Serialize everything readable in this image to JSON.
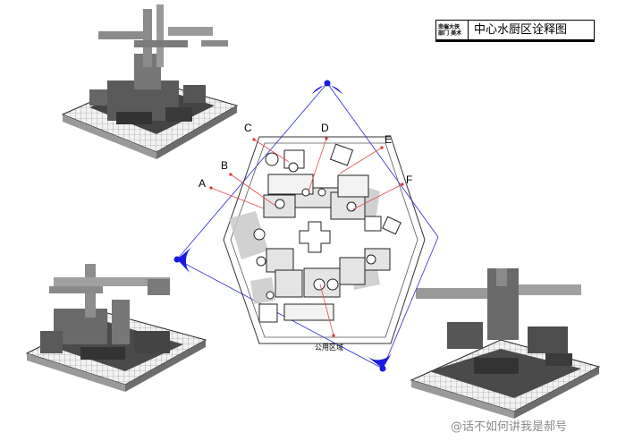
{
  "title": {
    "left_line1": "悲催大侠",
    "left_line2": "部门 美术",
    "main": "中心水厨区诠释图"
  },
  "callouts": [
    "A",
    "B",
    "C",
    "D",
    "E",
    "F"
  ],
  "area_label": "公用区域",
  "watermark": "@话不如何讲我是郝号",
  "colors": {
    "marker": "#1a1ae0",
    "callout_line": "#e05050",
    "guide_line": "#3c3cdc"
  }
}
